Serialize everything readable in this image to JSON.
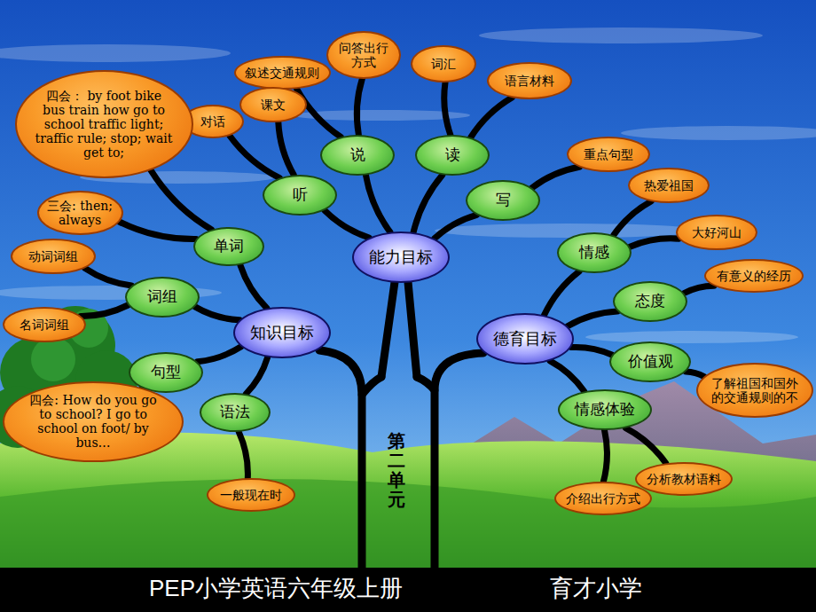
{
  "diagram": {
    "nodes": [
      {
        "text": [
          "问答出行方式"
        ]
      },
      {
        "text": [
          "叙述交通规则"
        ]
      },
      {
        "text": [
          "词汇"
        ]
      },
      {
        "text": [
          "课文"
        ]
      },
      {
        "text": [
          "语言材料"
        ]
      },
      {
        "text": [
          "对话"
        ]
      },
      {
        "text": [
          "四会： by foot bike bus train how go to school traffic light; traffic rule; stop; wait get to;"
        ]
      },
      {
        "text": [
          "说"
        ]
      },
      {
        "text": [
          "读"
        ]
      },
      {
        "text": [
          "重点句型"
        ]
      },
      {
        "text": [
          "热爱祖国"
        ]
      },
      {
        "text": [
          "听"
        ]
      },
      {
        "text": [
          "写"
        ]
      },
      {
        "text": [
          "三会: then; always"
        ]
      },
      {
        "text": [
          "大好河山"
        ]
      },
      {
        "text": [
          "单词"
        ]
      },
      {
        "text": [
          "情感"
        ]
      },
      {
        "text": [
          "能力目标"
        ]
      },
      {
        "text": [
          "动词词组"
        ]
      },
      {
        "text": [
          "有意义的经历"
        ]
      },
      {
        "text": [
          "词组"
        ]
      },
      {
        "text": [
          "态度"
        ]
      },
      {
        "text": [
          "名词词组"
        ]
      },
      {
        "text": [
          "知识目标"
        ]
      },
      {
        "text": [
          "德育目标"
        ]
      },
      {
        "text": [
          "价值观"
        ]
      },
      {
        "text": [
          "句型"
        ]
      },
      {
        "text": [
          "了解祖国和国外的交通规则的不"
        ]
      },
      {
        "text": [
          "情感体验"
        ]
      },
      {
        "text": [
          "语法"
        ]
      },
      {
        "text": [
          "四会: How do you go to school? I go to school on foot/ by bus…"
        ]
      },
      {
        "text": [
          "分析教材语料"
        ]
      },
      {
        "text": [
          "介绍出行方式"
        ]
      },
      {
        "text": [
          "一般现在时"
        ]
      }
    ],
    "edges": [
      {
        "from": 17,
        "to": 11,
        "arrow": "none"
      },
      {
        "from": 17,
        "to": 7,
        "arrow": "none"
      },
      {
        "from": 17,
        "to": 8,
        "arrow": "none"
      },
      {
        "from": 17,
        "to": 12,
        "arrow": "none"
      },
      {
        "from": 11,
        "to": 5,
        "arrow": "none"
      },
      {
        "from": 11,
        "to": 3,
        "arrow": "none"
      },
      {
        "from": 7,
        "to": 1,
        "arrow": "none"
      },
      {
        "from": 7,
        "to": 0,
        "arrow": "none"
      },
      {
        "from": 8,
        "to": 2,
        "arrow": "none"
      },
      {
        "from": 8,
        "to": 4,
        "arrow": "none"
      },
      {
        "from": 12,
        "to": 9,
        "arrow": "none"
      },
      {
        "from": 23,
        "to": 15,
        "arrow": "none"
      },
      {
        "from": 23,
        "to": 20,
        "arrow": "none"
      },
      {
        "from": 23,
        "to": 26,
        "arrow": "none"
      },
      {
        "from": 23,
        "to": 29,
        "arrow": "none"
      },
      {
        "from": 15,
        "to": 6,
        "arrow": "none"
      },
      {
        "from": 15,
        "to": 13,
        "arrow": "none"
      },
      {
        "from": 20,
        "to": 18,
        "arrow": "none"
      },
      {
        "from": 20,
        "to": 22,
        "arrow": "none"
      },
      {
        "from": 26,
        "to": 30,
        "arrow": "none"
      },
      {
        "from": 29,
        "to": 33,
        "arrow": "none"
      },
      {
        "from": 24,
        "to": 16,
        "arrow": "none"
      },
      {
        "from": 24,
        "to": 21,
        "arrow": "none"
      },
      {
        "from": 24,
        "to": 25,
        "arrow": "none"
      },
      {
        "from": 24,
        "to": 28,
        "arrow": "none"
      },
      {
        "from": 16,
        "to": 10,
        "arrow": "none"
      },
      {
        "from": 16,
        "to": 14,
        "arrow": "none"
      },
      {
        "from": 21,
        "to": 19,
        "arrow": "none"
      },
      {
        "from": 25,
        "to": 27,
        "arrow": "none"
      },
      {
        "from": 28,
        "to": 32,
        "arrow": "none"
      },
      {
        "from": 28,
        "to": 31,
        "arrow": "none"
      }
    ],
    "labels": [
      "第二单元",
      "PEP小学英语六年级上册",
      "育才小学"
    ]
  }
}
